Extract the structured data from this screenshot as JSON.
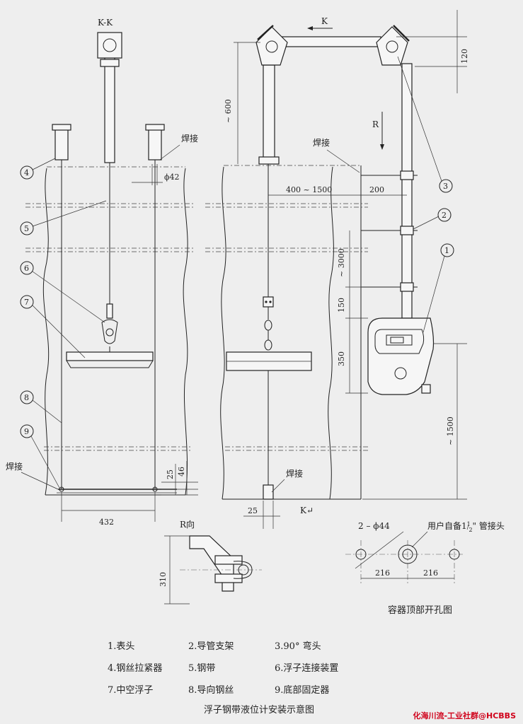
{
  "labels": {
    "section_kk": "K-K",
    "weld_1": "焊接",
    "weld_2": "焊接",
    "weld_3": "焊接",
    "weld_4": "焊接",
    "view_k_top": "K",
    "view_k_bottom": "K↵",
    "view_r": "R",
    "r_view_title": "R向",
    "phi_42": "ϕ42",
    "phi_44": "2 – ϕ44",
    "user_pipe": "用户自备1",
    "user_pipe_fraction_num": "1",
    "user_pipe_fraction_den": "2",
    "user_pipe_suffix": "\" 管接头"
  },
  "dimensions": {
    "d600": "~ 600",
    "d120": "120",
    "d400_1500": "400 ~ 1500",
    "d200": "200",
    "d3000": "~ 3000",
    "d150": "150",
    "d350": "350",
    "d1500": "~ 1500",
    "d25_left": "25",
    "d46": "46",
    "d432": "432",
    "d25_right": "25",
    "d310": "310",
    "d216_left": "216",
    "d216_right": "216"
  },
  "callouts": [
    "1",
    "2",
    "3",
    "4",
    "5",
    "6",
    "7",
    "8",
    "9"
  ],
  "captions": {
    "hole_plan": "容器顶部开孔图",
    "figure_title": "浮子钢带液位计安装示意图"
  },
  "legend": [
    "1.表头",
    "2.导管支架",
    "3.90° 弯头",
    "4.钢丝拉紧器",
    "5.钢带",
    "6.浮子连接装置",
    "7.中空浮子",
    "8.导向钢丝",
    "9.底部固定器"
  ],
  "watermark": "化海川流-工业社群@HCBBS"
}
